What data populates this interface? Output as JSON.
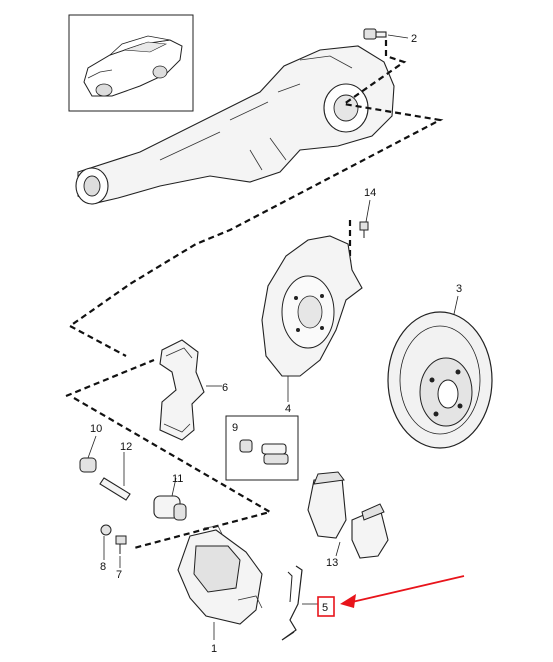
{
  "labels": {
    "p1": "1",
    "p2": "2",
    "p3": "3",
    "p4": "4",
    "p5": "5",
    "p6": "6",
    "p7": "7",
    "p8": "8",
    "p9": "9",
    "p10": "10",
    "p11": "11",
    "p12": "12",
    "p13": "13",
    "p14": "14"
  },
  "highlight": {
    "target_part": "5",
    "color": "#e8141b"
  }
}
